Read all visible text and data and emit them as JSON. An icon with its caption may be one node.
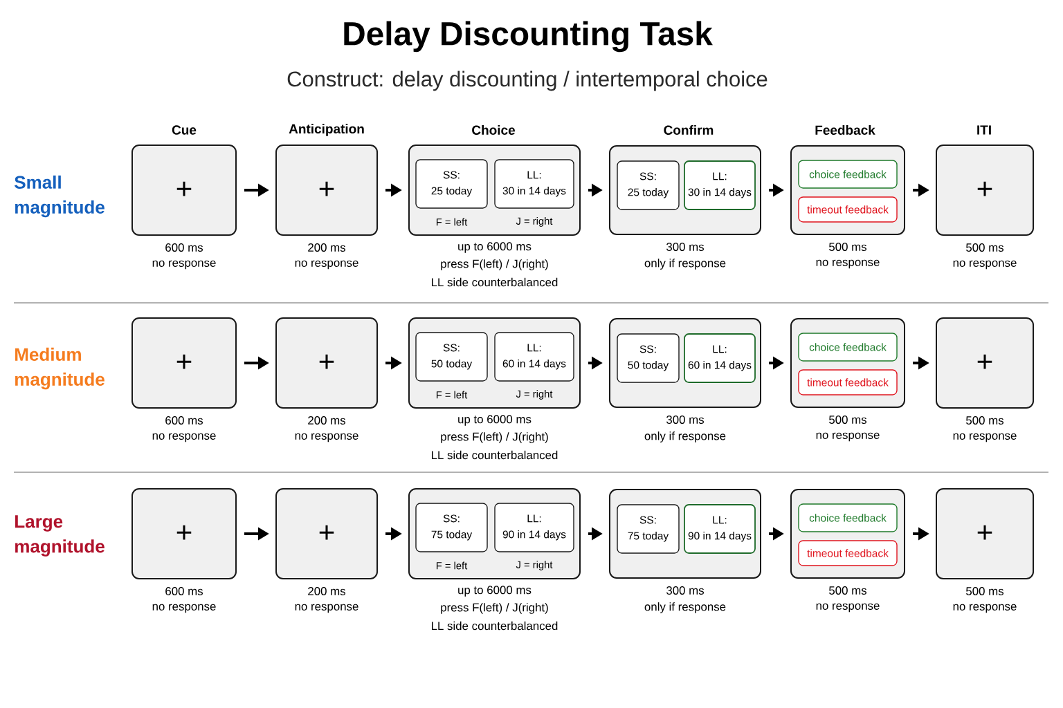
{
  "diagram": {
    "title": "Delay Discounting Task",
    "nodes": [
      {
        "text": [
          "+"
        ],
        "beside": [
          "600 ms",
          "no response"
        ]
      },
      {
        "text": [
          "+"
        ],
        "beside": [
          "200 ms",
          "no response"
        ]
      },
      {
        "text": [
          "F = left",
          "J = right"
        ],
        "beside": [
          "up to 6000 ms",
          "press F(left) / J(right)",
          "LL side counterbalanced"
        ]
      },
      {
        "text": [
          "SS:",
          "25 today"
        ],
        "in": 2
      },
      {
        "text": [
          "LL:",
          "30 in 14 days"
        ],
        "in": 2
      },
      {
        "text": [],
        "shape": "box",
        "beside": [
          "300 ms",
          "only if response"
        ]
      },
      {
        "text": [
          "SS:",
          "25 today"
        ],
        "in": 5
      },
      {
        "text": [
          "LL:",
          "30 in 14 days"
        ],
        "in": 5
      },
      {
        "text": [],
        "shape": "box",
        "beside": [
          "500 ms",
          "no response"
        ]
      },
      {
        "text": [
          "choice feedback"
        ],
        "in": 8
      },
      {
        "text": [
          "timeout feedback"
        ],
        "in": 8
      },
      {
        "text": [
          "+"
        ],
        "beside": [
          "500 ms",
          "no response"
        ]
      },
      {
        "text": [
          "+"
        ],
        "beside": [
          "600 ms",
          "no response"
        ]
      },
      {
        "text": [
          "+"
        ],
        "beside": [
          "200 ms",
          "no response"
        ]
      },
      {
        "text": [
          "F = left",
          "J = right"
        ],
        "beside": [
          "up to 6000 ms",
          "press F(left) / J(right)",
          "LL side counterbalanced"
        ]
      },
      {
        "text": [
          "SS:",
          "50 today"
        ],
        "in": 14
      },
      {
        "text": [
          "LL:",
          "60 in 14 days"
        ],
        "in": 14
      },
      {
        "text": [],
        "shape": "box",
        "beside": [
          "300 ms",
          "only if response"
        ]
      },
      {
        "text": [
          "SS:",
          "50 today"
        ],
        "in": 17
      },
      {
        "text": [
          "LL:",
          "60 in 14 days"
        ],
        "in": 17
      },
      {
        "text": [],
        "shape": "box",
        "beside": [
          "500 ms",
          "no response"
        ]
      },
      {
        "text": [
          "choice feedback"
        ],
        "in": 20
      },
      {
        "text": [
          "timeout feedback"
        ],
        "in": 20
      },
      {
        "text": [
          "+"
        ],
        "beside": [
          "500 ms",
          "no response"
        ]
      },
      {
        "text": [
          "+"
        ],
        "beside": [
          "600 ms",
          "no response"
        ]
      },
      {
        "text": [
          "+"
        ],
        "beside": [
          "200 ms",
          "no response"
        ]
      },
      {
        "text": [
          "F = left",
          "J = right"
        ],
        "beside": [
          "up to 6000 ms",
          "press F(left) / J(right)",
          "LL side counterbalanced"
        ]
      },
      {
        "text": [
          "SS:",
          "75 today"
        ],
        "in": 26
      },
      {
        "text": [
          "LL:",
          "90 in 14 days"
        ],
        "in": 26
      },
      {
        "text": [],
        "shape": "box",
        "beside": [
          "300 ms",
          "only if response"
        ]
      },
      {
        "text": [
          "SS:",
          "75 today"
        ],
        "in": 29
      },
      {
        "text": [
          "LL:",
          "90 in 14 days"
        ],
        "in": 29
      },
      {
        "text": [],
        "shape": "box",
        "beside": [
          "500 ms",
          "no response"
        ]
      },
      {
        "text": [
          "choice feedback"
        ],
        "in": 32
      },
      {
        "text": [
          "timeout feedback"
        ],
        "in": 32
      },
      {
        "text": [
          "+"
        ],
        "beside": [
          "500 ms",
          "no response"
        ]
      }
    ],
    "edges": [
      {
        "from": 0,
        "to": 1,
        "arrow": "to"
      },
      {
        "from": 1,
        "to": 2,
        "arrow": "to"
      },
      {
        "from": 2,
        "to": 5,
        "arrow": "to"
      },
      {
        "from": 5,
        "to": 8,
        "arrow": "to"
      },
      {
        "from": 8,
        "to": 11,
        "arrow": "to"
      },
      {
        "from": 12,
        "to": 13,
        "arrow": "to"
      },
      {
        "from": 13,
        "to": 14,
        "arrow": "to"
      },
      {
        "from": 14,
        "to": 17,
        "arrow": "to"
      },
      {
        "from": 17,
        "to": 20,
        "arrow": "to"
      },
      {
        "from": 20,
        "to": 23,
        "arrow": "to"
      },
      {
        "from": 24,
        "to": 25,
        "arrow": "to"
      },
      {
        "from": 25,
        "to": 26,
        "arrow": "to"
      },
      {
        "from": 26,
        "to": 29,
        "arrow": "to"
      },
      {
        "from": 29,
        "to": 32,
        "arrow": "to"
      },
      {
        "from": 32,
        "to": 35,
        "arrow": "to"
      }
    ],
    "labels": [
      "Construct: delay discounting / intertemporal choice",
      "Cue",
      "Anticipation",
      "Choice",
      "Confirm",
      "Feedback",
      "ITI",
      "Small magnitude",
      "Medium magnitude",
      "Large magnitude"
    ]
  }
}
